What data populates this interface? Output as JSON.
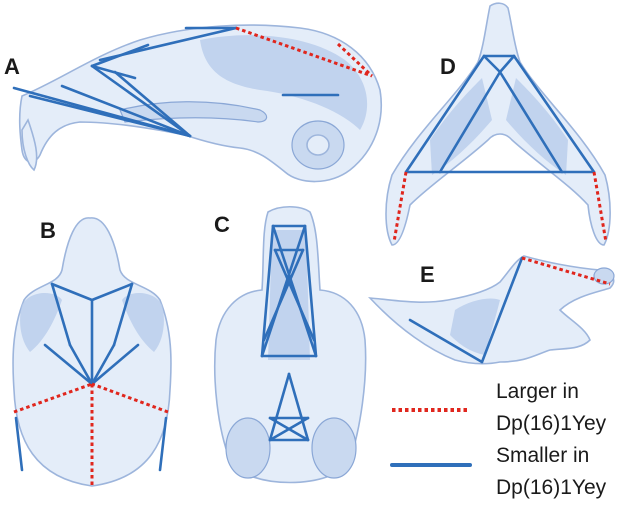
{
  "panels": {
    "a": {
      "label": "A"
    },
    "b": {
      "label": "B"
    },
    "c": {
      "label": "C"
    },
    "d": {
      "label": "D"
    },
    "e": {
      "label": "E"
    }
  },
  "legend": {
    "larger_line1": "Larger in",
    "larger_line2": "Dp(16)1Yey",
    "smaller_line1": "Smaller in",
    "smaller_line2": "Dp(16)1Yey",
    "larger_color": "#e0261d",
    "smaller_color": "#2f6fba"
  }
}
